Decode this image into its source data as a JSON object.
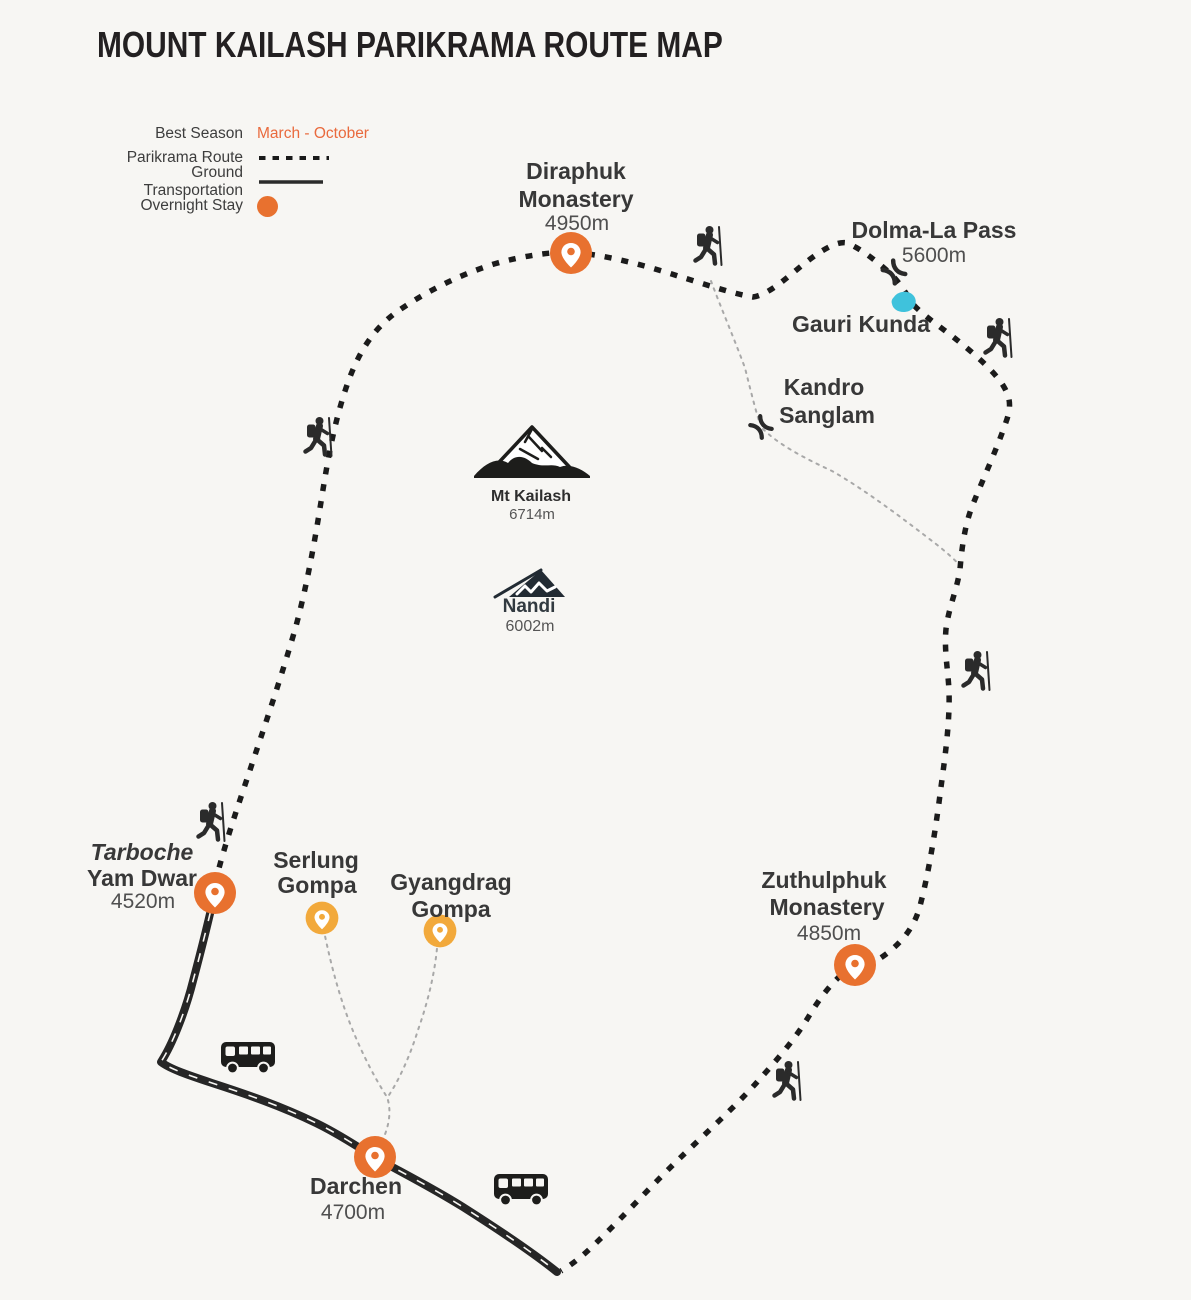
{
  "title": "MOUNT KAILASH PARIKRAMA ROUTE MAP",
  "legend": {
    "best_season_label": "Best Season",
    "best_season_value": "March - October",
    "parikrama_route_label": "Parikrama Route",
    "ground_transportation_label": "Ground Transportation",
    "overnight_stay_label": "Overnight Stay"
  },
  "colors": {
    "overnight_orange": "#E8712F",
    "gompa_yellow": "#F2A93B",
    "lake_cyan": "#3FC2DC",
    "route_black": "#1B1B1B",
    "trail_gray": "#9B9B9B",
    "season_orange": "#E96A3D",
    "background": "#F7F6F3"
  },
  "locations": {
    "diraphuk": {
      "line1": "Diraphuk",
      "line2": "Monastery",
      "elevation": "4950m"
    },
    "dolma_la": {
      "line1": "Dolma-La Pass",
      "elevation": "5600m"
    },
    "gauri_kunda": {
      "line1": "Gauri Kunda"
    },
    "kandro_sanglam": {
      "line1": "Kandro",
      "line2": "Sanglam"
    },
    "mt_kailash": {
      "line1": "Mt Kailash",
      "elevation": "6714m"
    },
    "nandi": {
      "line1": "Nandi",
      "elevation": "6002m"
    },
    "tarboche": {
      "line1": "Tarboche",
      "line2": "Yam Dwar",
      "elevation": "4520m"
    },
    "serlung": {
      "line1": "Serlung",
      "line2": "Gompa"
    },
    "gyangdrag": {
      "line1": "Gyangdrag",
      "line2": "Gompa"
    },
    "zuthulphuk": {
      "line1": "Zuthulphuk",
      "line2": "Monastery",
      "elevation": "4850m"
    },
    "darchen": {
      "line1": "Darchen",
      "elevation": "4700m"
    }
  }
}
